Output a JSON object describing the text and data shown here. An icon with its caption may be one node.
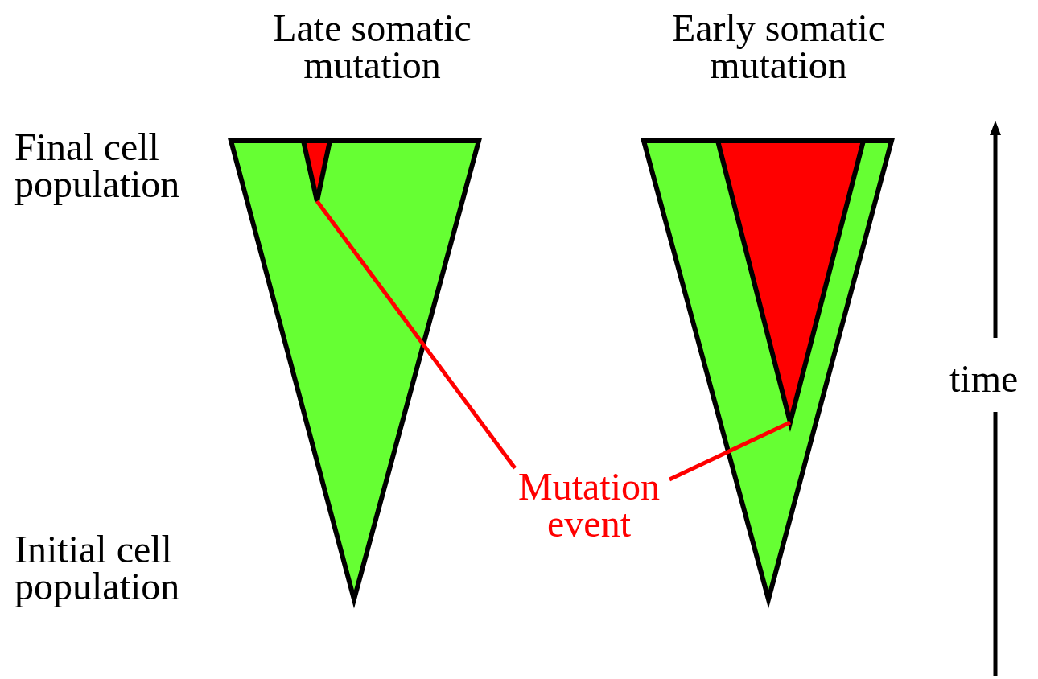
{
  "diagram": {
    "nodes": [
      {
        "text": [
          "Mutation event"
        ]
      },
      {
        "text": [],
        "shape": "triangle"
      },
      {
        "text": [],
        "shape": "triangle"
      }
    ],
    "edges": [
      {
        "from": 0,
        "to": 1,
        "arrow": "none"
      },
      {
        "from": 0,
        "to": 2,
        "arrow": "none"
      }
    ],
    "labels": [
      "Late somatic mutation",
      "Early somatic mutation",
      "Final cell population",
      "Initial cell population",
      "time"
    ]
  }
}
